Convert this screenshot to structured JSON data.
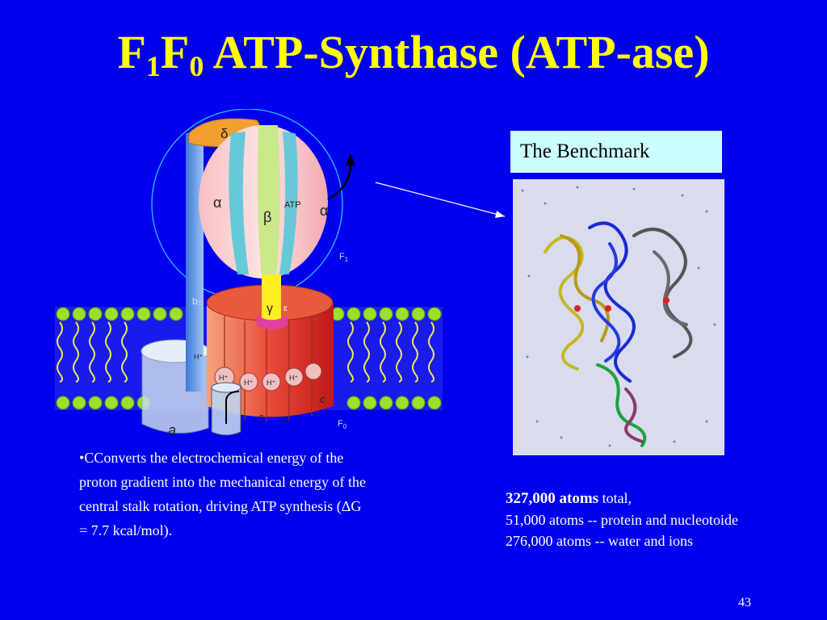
{
  "title": {
    "p1": "F",
    "s1": "1",
    "p2": "F",
    "s2": "0",
    "p3": " ATP-Synthase (ATP-ase)"
  },
  "diagram": {
    "delta": "δ",
    "alpha_left": "α",
    "beta": "β",
    "atp": "ATP",
    "alpha_right": "α",
    "gamma": "γ",
    "f1": "F",
    "f1_sub": "1",
    "f0": "F",
    "f0_sub": "0",
    "a": "a",
    "c": "c",
    "b2": "b₂",
    "epsilon": "ε",
    "h_plus": "H⁺"
  },
  "benchmark": {
    "label": "The Benchmark"
  },
  "bullet": "•CConverts the electrochemical energy of the proton gradient into the mechanical energy of the central stalk rotation, driving ATP synthesis (ΔG = 7.7 kcal/mol).",
  "stats": {
    "total_bold": "327,000 atoms",
    "total_rest": " total,",
    "line2": "51,000 atoms -- protein and nucleotoide",
    "line3": "276,000 atoms -- water and ions"
  },
  "page_number": "43",
  "colors": {
    "background": "#0000ee",
    "title": "#ffff00",
    "benchmark_box": "#ccffff"
  }
}
